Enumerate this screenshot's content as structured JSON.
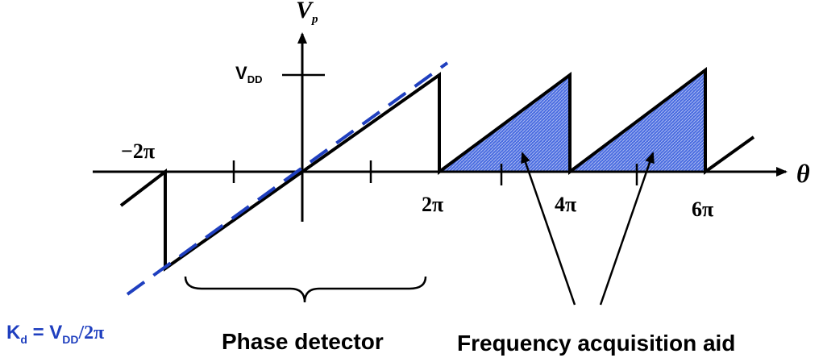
{
  "axis": {
    "y_label": "V",
    "y_label_sub": "p",
    "x_label": "θ",
    "vdd_main": "V",
    "vdd_sub": "DD"
  },
  "ticks": {
    "neg_2pi": "−2π",
    "pos_2pi": "2π",
    "pos_4pi": "4π",
    "pos_6pi": "6π"
  },
  "formula": {
    "k": "K",
    "k_sub": "d",
    "eq": " = V",
    "vdd_sub": "DD",
    "rest": "/2π"
  },
  "captions": {
    "phase_detector": "Phase detector",
    "frequency_aid": "Frequency acquisition aid"
  },
  "colors": {
    "dashed_line": "#1f3fbf",
    "fill_region": "#3f63d6",
    "formula_text": "#1f3fbf"
  }
}
